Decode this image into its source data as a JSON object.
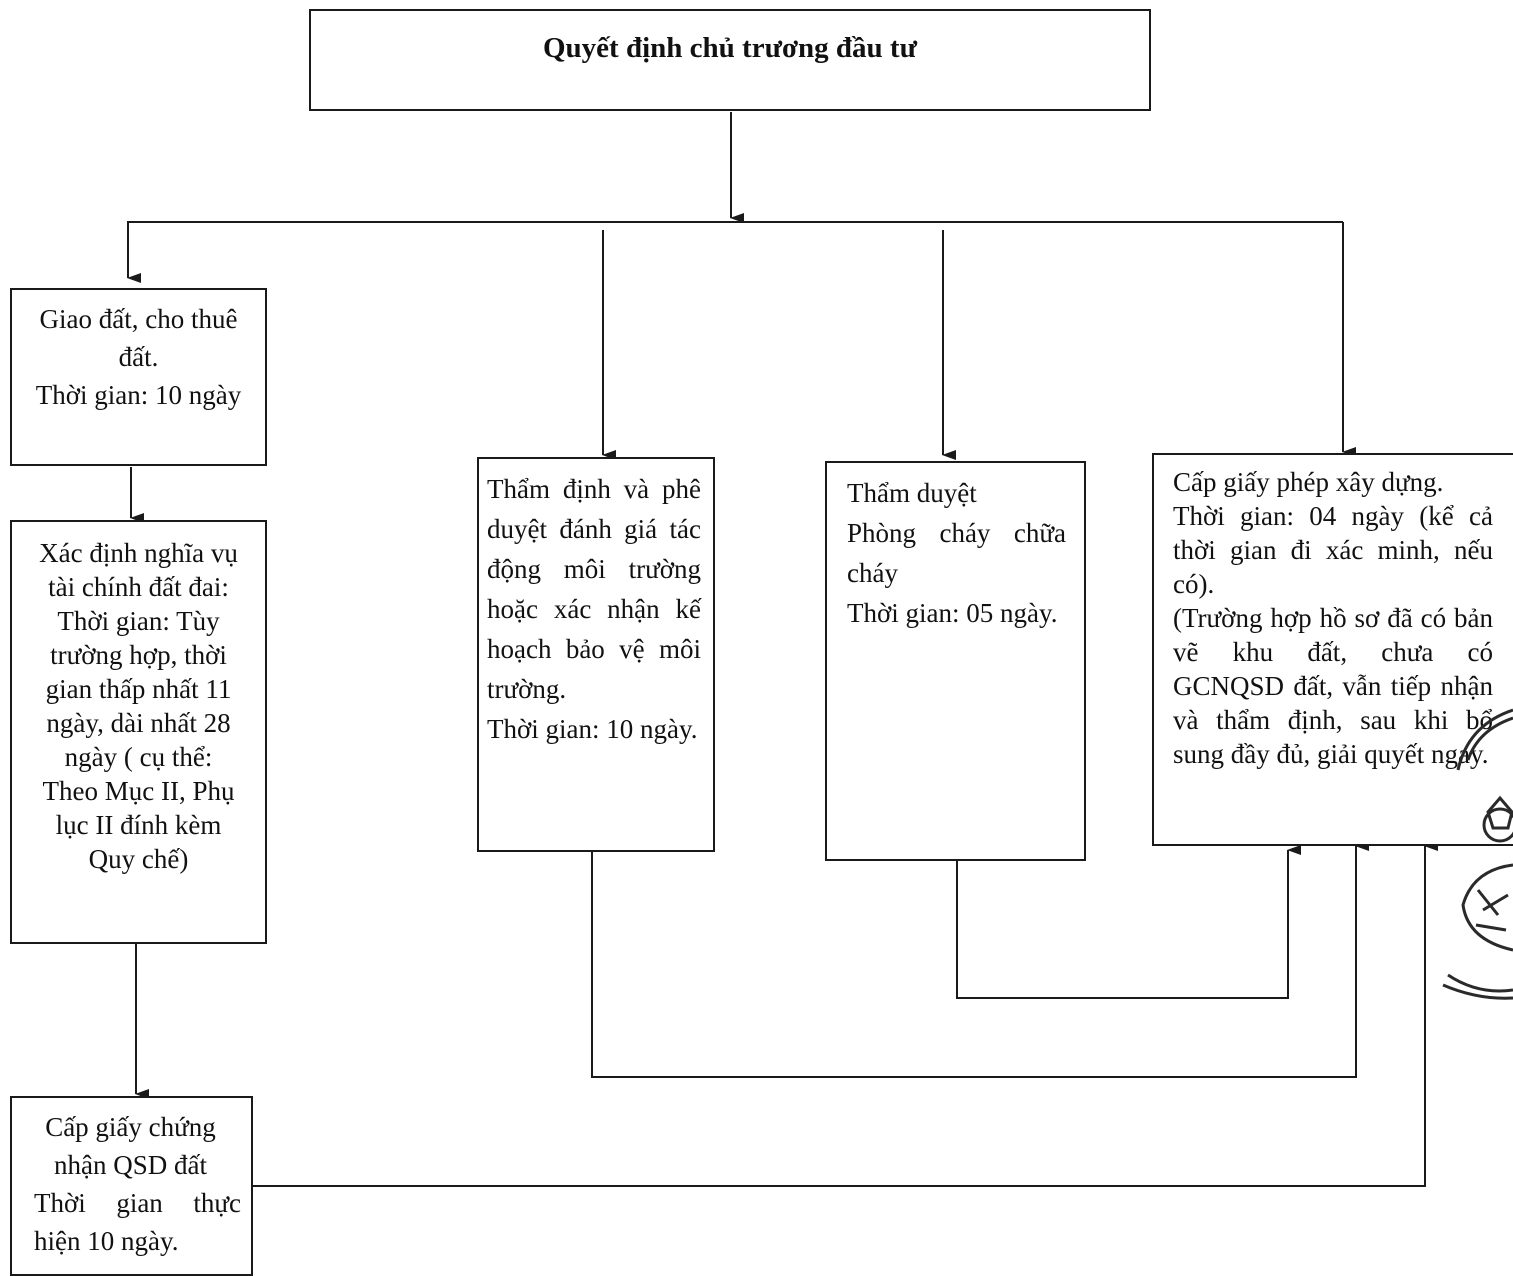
{
  "top": {
    "title": "Quyết định chủ trương đầu tư"
  },
  "land_allocation": {
    "line1": "Giao đất, cho thuê",
    "line2": "đất.",
    "line3": "Thời gian: 10 ngày"
  },
  "financial": {
    "l1": "Xác định nghĩa vụ",
    "l2": "tài chính đất đai:",
    "l3": "Thời gian: Tùy",
    "l4": "trường hợp, thời",
    "l5": "gian thấp nhất 11",
    "l6": "ngày, dài nhất 28",
    "l7": "ngày ( cụ thể:",
    "l8": "Theo Mục II, Phụ",
    "l9": "lục II đính kèm",
    "l10": "Quy chế)"
  },
  "land_certificate": {
    "l1": "Cấp giấy chứng",
    "l2": "nhận QSD đất",
    "l3": "Thời gian thực",
    "l4": "hiện 10 ngày."
  },
  "environment": {
    "text": "Thẩm định và phê duyệt đánh giá tác động môi trường hoặc xác nhận kế hoạch bảo vệ môi trường.",
    "time": "Thời gian: 10 ngày."
  },
  "fire": {
    "l1": "Thẩm duyệt",
    "l2": "Phòng cháy chữa cháy",
    "time": "Thời gian: 05 ngày."
  },
  "permit": {
    "title": "Cấp giấy phép xây dựng.",
    "time": "Thời gian: 04 ngày (kể cả thời gian đi xác minh, nếu có).",
    "note": "(Trường hợp hồ sơ đã có bản vẽ khu đất, chưa có GCNQSD đất, vẫn tiếp nhận và thẩm định, sau khi bổ sung đầy đủ, giải quyết ngay."
  }
}
